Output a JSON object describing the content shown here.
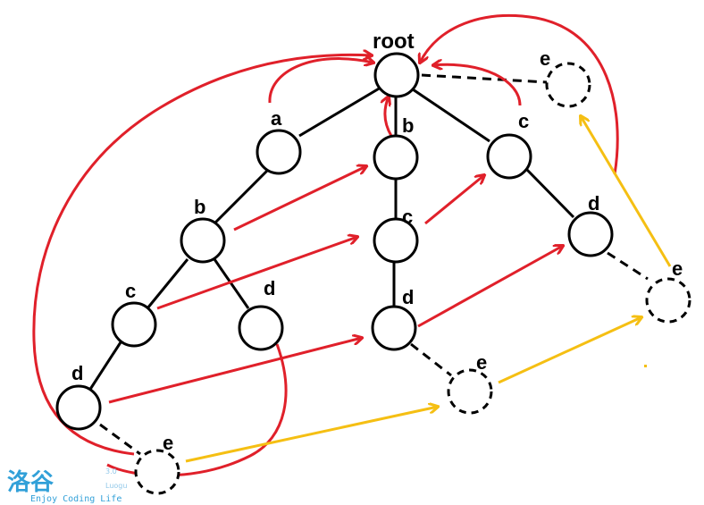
{
  "diagram": {
    "root_label": "root",
    "nodes": [
      {
        "id": "root",
        "label": "root",
        "dashed": false
      },
      {
        "id": "a",
        "label": "a",
        "dashed": false
      },
      {
        "id": "ab",
        "label": "b",
        "dashed": false
      },
      {
        "id": "abc",
        "label": "c",
        "dashed": false
      },
      {
        "id": "abd",
        "label": "d",
        "dashed": false
      },
      {
        "id": "abcd",
        "label": "d",
        "dashed": false
      },
      {
        "id": "abcde",
        "label": "e",
        "dashed": true
      },
      {
        "id": "b",
        "label": "b",
        "dashed": false
      },
      {
        "id": "bc",
        "label": "c",
        "dashed": false
      },
      {
        "id": "bcd",
        "label": "d",
        "dashed": false
      },
      {
        "id": "bcde",
        "label": "e",
        "dashed": true
      },
      {
        "id": "c",
        "label": "c",
        "dashed": false
      },
      {
        "id": "cd",
        "label": "d",
        "dashed": false
      },
      {
        "id": "cde",
        "label": "e",
        "dashed": true
      },
      {
        "id": "e",
        "label": "e",
        "dashed": true
      }
    ],
    "colors": {
      "tree_edge": "#000000",
      "fail_link": "#e0202a",
      "dict_link": "#f5bf13",
      "logo": "#0e90d2"
    }
  },
  "logo": {
    "name": "洛谷",
    "tagline": "Enjoy Coding Life",
    "brand": "Luogu",
    "version": "3.0"
  }
}
